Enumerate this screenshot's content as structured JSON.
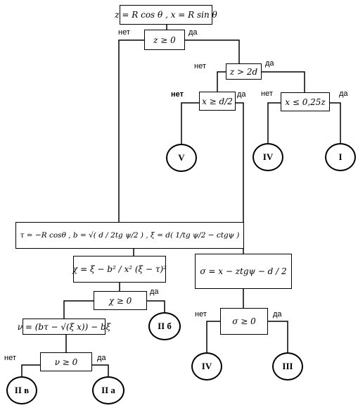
{
  "diagram": {
    "boxes": {
      "init": "z = R cos θ , x = R sin θ",
      "z_ge_0": "z  ≥  0",
      "z_gt_2d": "z > 2d",
      "x_ge_d2": "x ≥ d/2",
      "x_le_025z": "x ≤ 0,25z",
      "tau": "τ = −R cosθ , b = √( d / 2tg ψ/2 ) , ξ = d( 1/tg ψ/2 − ctgψ )",
      "chi": "χ = ξ − b² / x² (ξ − τ)²",
      "chi_ge_0": "χ ≥ 0",
      "nu": "ν = (bτ − √(ξ x)) − bξ",
      "nu_ge_0": "ν ≥ 0",
      "sigma": "σ = x − ztgψ − d / 2",
      "sigma_ge_0": "σ ≥ 0"
    },
    "terminals": {
      "V": "V",
      "IV_top": "IV",
      "I": "I",
      "IIb": "II б",
      "IIv": "II в",
      "IIa": "II а",
      "IV_bottom": "IV",
      "III": "III"
    },
    "branch_labels": {
      "no": "нет",
      "yes": "да"
    }
  }
}
